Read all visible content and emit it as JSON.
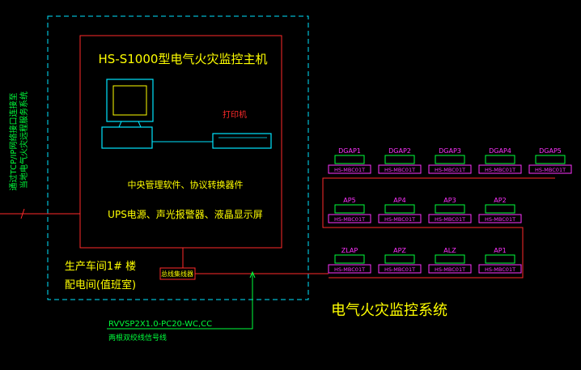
{
  "colors": {
    "background": "#000000",
    "cyan": "#00e5ff",
    "red": "#ff2a2a",
    "yellow": "#ffff00",
    "green": "#00ff3c",
    "magenta": "#ff33ff",
    "white": "#ffffff"
  },
  "host": {
    "title": "HS-S1000型电气火灾监控主机",
    "printer_label": "打印机",
    "software_label": "中央管理软件、协议转换器件",
    "ups_label": "UPS电源、声光报警器、液晶显示屏"
  },
  "network_note": {
    "line1": "通过TCP/IP网络接口连接至",
    "line2": "当地电气火灾远程服务系统"
  },
  "room_label": {
    "line1": "生产车间1# 楼",
    "line2": "配电间(值班室)"
  },
  "bus_converter_label": "总线集线器",
  "cable_spec": "RVVSP2X1.0-PC20-WC,CC",
  "cable_note": "两根双绞线信号线",
  "system_title": "电气火灾监控系统",
  "rows": [
    {
      "detectors": [
        {
          "cabinet": "DGAP1",
          "device": "HS-MBC01T"
        },
        {
          "cabinet": "DGAP2",
          "device": "HS-MBC01T"
        },
        {
          "cabinet": "DGAP3",
          "device": "HS-MBC01T"
        },
        {
          "cabinet": "DGAP4",
          "device": "HS-MBC01T"
        },
        {
          "cabinet": "DGAP5",
          "device": "HS-MBC01T"
        }
      ]
    },
    {
      "detectors": [
        {
          "cabinet": "AP5",
          "device": "HS-MBC01T"
        },
        {
          "cabinet": "AP4",
          "device": "HS-MBC01T"
        },
        {
          "cabinet": "AP3",
          "device": "HS-MBC01T"
        },
        {
          "cabinet": "AP2",
          "device": "HS-MBC01T"
        }
      ]
    },
    {
      "detectors": [
        {
          "cabinet": "ZLAP",
          "device": "HS-MBC01T"
        },
        {
          "cabinet": "APZ",
          "device": "HS-MBC01T"
        },
        {
          "cabinet": "ALZ",
          "device": "HS-MBC01T"
        },
        {
          "cabinet": "AP1",
          "device": "HS-MBC01T"
        }
      ]
    }
  ]
}
